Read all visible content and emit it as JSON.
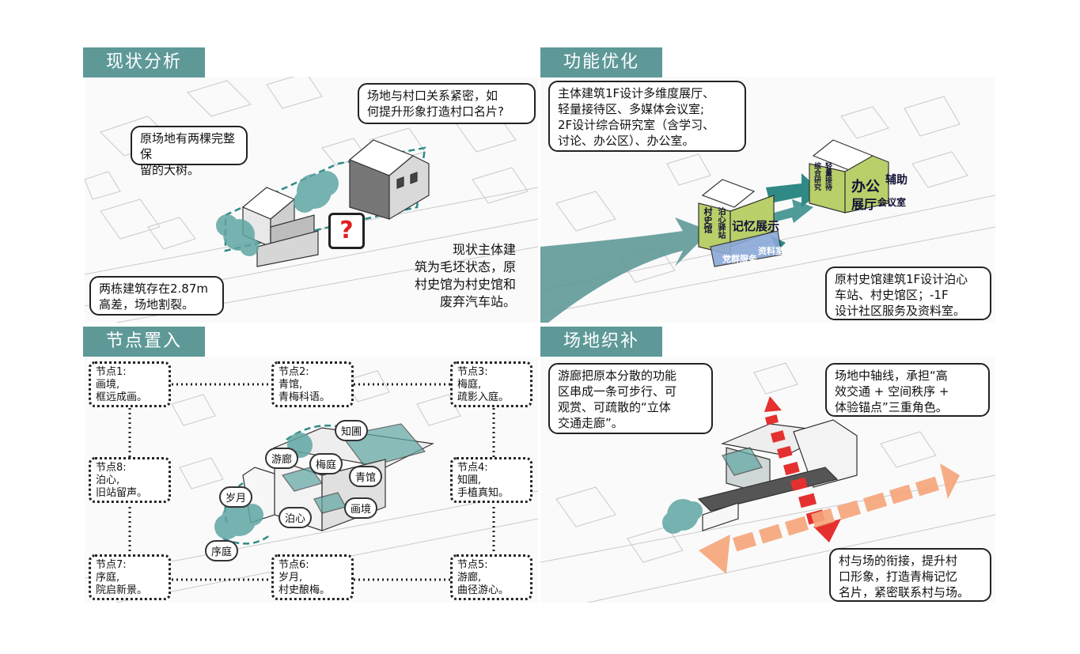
{
  "panels": {
    "p1": {
      "title": "现状分析",
      "callout_top": [
        "场地与村口关系紧密，如",
        "何提升形象打造村口名片?"
      ],
      "callout_tree": [
        "原场地有两棵完整保",
        "留的大树。"
      ],
      "question_mark": "?",
      "text_status": [
        "现状主体建",
        "筑为毛坯状态，原",
        "村史馆为村史馆和",
        "废弃汽车站。"
      ],
      "callout_bottom": [
        "两栋建筑存在2.87m",
        "高差，场地割裂。"
      ]
    },
    "p2": {
      "title": "功能优化",
      "callout_top": [
        "主体建筑1F设计多维度展厅、",
        "轻量接待区、多媒体会议室;",
        "2F设计综合研究室（含学习、",
        "讨论、办公区）、办公室。"
      ],
      "callout_bottom": [
        "原村史馆建筑1F设计泊心",
        "车站、村史馆区；-1F",
        "设计社区服务及资料室。"
      ],
      "labels": {
        "memory": "记忆展示",
        "office": "办公",
        "aux": "辅助",
        "hall": "展厅",
        "meeting": "会议室",
        "party": "党群服务",
        "archive": "资料室",
        "vstation": "村史馆",
        "stopheart": "泊心驿站",
        "research": "综合研究",
        "reception": "轻量接待"
      }
    },
    "p3": {
      "title": "节点置入",
      "nodes": [
        {
          "head": "节点1:",
          "l1": "画境,",
          "l2": "框远成画。"
        },
        {
          "head": "节点2:",
          "l1": "青馆,",
          "l2": "青梅科语。"
        },
        {
          "head": "节点3:",
          "l1": "梅庭,",
          "l2": "疏影入庭。"
        },
        {
          "head": "节点8:",
          "l1": "泊心,",
          "l2": "旧站留声。"
        },
        {
          "head": "节点4:",
          "l1": "知圃,",
          "l2": "手植真知。"
        },
        {
          "head": "节点7:",
          "l1": "序庭,",
          "l2": "院启新景。"
        },
        {
          "head": "节点6:",
          "l1": "岁月,",
          "l2": "村史酿梅。"
        },
        {
          "head": "节点5:",
          "l1": "游廊,",
          "l2": "曲径游心。"
        }
      ],
      "clouds": [
        "知圃",
        "游廊",
        "梅庭",
        "青馆",
        "岁月",
        "泊心",
        "画境",
        "序庭"
      ]
    },
    "p4": {
      "title": "场地织补",
      "callout_left": [
        "游廊把原本分散的功能",
        "区串成一条可步行、可",
        "观赏、可疏散的“立体",
        "交通走廊”。"
      ],
      "callout_right": [
        "场地中轴线，承担“高",
        "效交通 + 空间秩序 +",
        "体验锚点”三重角色。"
      ],
      "callout_bottom": [
        "村与场的衔接，提升村",
        "口形象，打造青梅记忆",
        "名片，紧密联系村与场。"
      ]
    }
  },
  "colors": {
    "teal": "#5e9998",
    "green": "#b9cf6a",
    "red": "#e53030",
    "orange": "#f6a57a",
    "blue": "#8aa8d8"
  }
}
